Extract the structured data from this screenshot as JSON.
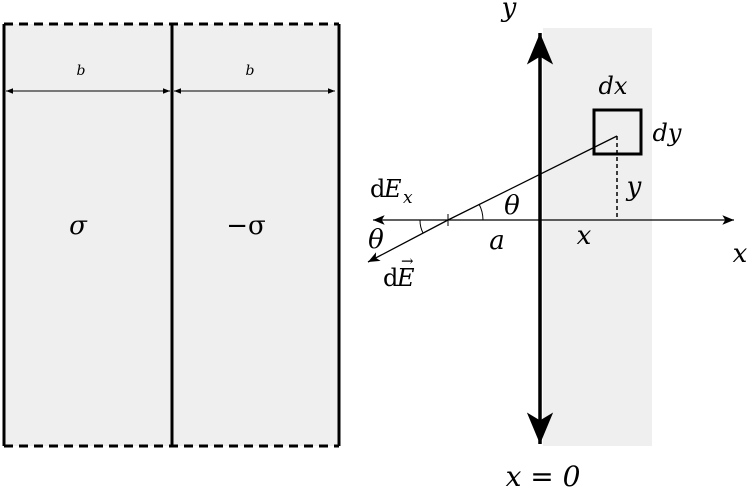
{
  "left_panel": {
    "width_label_left": "b",
    "width_label_right": "b",
    "charge_left": "σ",
    "charge_right": "−σ"
  },
  "right_panel": {
    "y_axis_label": "y",
    "x_axis_label": "x",
    "dx_label": "dx",
    "dy_label": "dy",
    "y_coord_label": "y",
    "x_coord_label": "x",
    "a_label": "a",
    "theta_near_origin": "θ",
    "theta_at_tip": "θ",
    "dEx_d": "d",
    "dEx_E": "E",
    "dEx_sub": "x",
    "dE_d": "d",
    "dE_E": "E",
    "dE_arrow": "→",
    "x_eq_zero": "x = 0"
  },
  "colors": {
    "shading": "#efefef",
    "ink": "#000000"
  }
}
